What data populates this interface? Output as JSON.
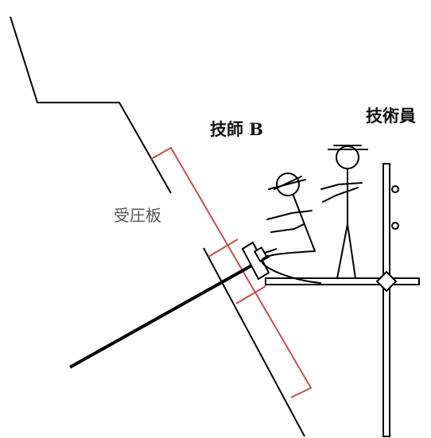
{
  "labels": {
    "engineer_b": "技師 B",
    "technician": "技術員",
    "pressure_plate": "受圧板"
  },
  "colors": {
    "line": "#000000",
    "pressure_plate_outline": "#c0504d",
    "label_text": "#111111",
    "plate_label_text": "#555555"
  }
}
